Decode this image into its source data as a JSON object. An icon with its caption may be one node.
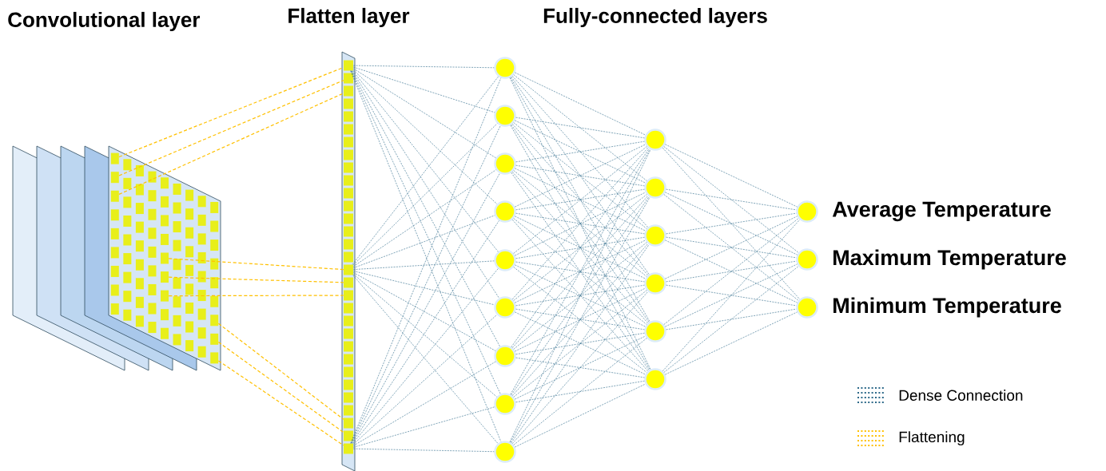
{
  "diagram": {
    "nodes": [
      {
        "text": [],
        "shape": "box"
      },
      {
        "text": [],
        "shape": "box"
      },
      {
        "text": [],
        "shape": "box",
        "in": 0
      },
      {
        "text": [],
        "shape": "box",
        "in": 0
      },
      {
        "text": [],
        "shape": "box",
        "in": 0
      },
      {
        "text": [],
        "shape": "box",
        "in": 0
      },
      {
        "text": [],
        "shape": "box",
        "in": 0
      },
      {
        "text": [],
        "shape": "box",
        "in": 0
      },
      {
        "text": [],
        "shape": "box",
        "in": 0
      },
      {
        "text": [],
        "shape": "box",
        "in": 0
      },
      {
        "text": [],
        "shape": "box",
        "in": 0
      },
      {
        "text": [],
        "shape": "box",
        "in": 1
      },
      {
        "text": [],
        "shape": "box",
        "in": 1
      },
      {
        "text": [],
        "shape": "box",
        "in": 1
      },
      {
        "text": [],
        "shape": "box",
        "in": 1
      },
      {
        "text": [],
        "shape": "box",
        "in": 1
      },
      {
        "text": [],
        "shape": "box",
        "in": 1
      },
      {
        "text": [],
        "shape": "box",
        "in": 1
      },
      {
        "text": [],
        "shape": "box",
        "in": 1
      },
      {
        "text": [],
        "shape": "box",
        "in": 1
      },
      {
        "text": [],
        "shape": "circle"
      },
      {
        "text": [],
        "shape": "circle"
      },
      {
        "text": [],
        "shape": "circle"
      },
      {
        "text": [],
        "shape": "circle"
      },
      {
        "text": [],
        "shape": "circle"
      },
      {
        "text": [],
        "shape": "circle"
      },
      {
        "text": [],
        "shape": "circle"
      },
      {
        "text": [],
        "shape": "circle"
      },
      {
        "text": [],
        "shape": "circle"
      },
      {
        "text": [],
        "shape": "circle"
      },
      {
        "text": [],
        "shape": "circle"
      },
      {
        "text": [],
        "shape": "circle"
      },
      {
        "text": [],
        "shape": "circle"
      },
      {
        "text": [],
        "shape": "circle"
      },
      {
        "text": [],
        "shape": "circle"
      },
      {
        "text": [],
        "shape": "circle",
        "beside": [
          "Average Temperature"
        ]
      },
      {
        "text": [],
        "shape": "circle",
        "beside": [
          "Maximum Temperature"
        ]
      },
      {
        "text": [],
        "shape": "circle",
        "beside": [
          "Minimum Temperature"
        ]
      }
    ],
    "edges": [
      {
        "from": 2,
        "to": 11,
        "arrow": "none",
        "style": "dashed",
        "color": "#ffc000"
      },
      {
        "from": 3,
        "to": 12,
        "arrow": "none",
        "style": "dashed",
        "color": "#ffc000"
      },
      {
        "from": 4,
        "to": 13,
        "arrow": "none",
        "style": "dashed",
        "color": "#ffc000"
      },
      {
        "from": 5,
        "to": 14,
        "arrow": "none",
        "style": "dashed",
        "color": "#ffc000"
      },
      {
        "from": 6,
        "to": 15,
        "arrow": "none",
        "style": "dashed",
        "color": "#ffc000"
      },
      {
        "from": 7,
        "to": 16,
        "arrow": "none",
        "style": "dashed",
        "color": "#ffc000"
      },
      {
        "from": 8,
        "to": 17,
        "arrow": "none",
        "style": "dashed",
        "color": "#ffc000"
      },
      {
        "from": 9,
        "to": 18,
        "arrow": "none",
        "style": "dashed",
        "color": "#ffc000"
      },
      {
        "from": 10,
        "to": 19,
        "arrow": "none",
        "style": "dashed",
        "color": "#ffc000"
      },
      {
        "from": 11,
        "to": 20,
        "arrow": "none",
        "style": "dashed"
      },
      {
        "from": 11,
        "to": 21,
        "arrow": "none",
        "style": "dashed"
      },
      {
        "from": 11,
        "to": 22,
        "arrow": "none",
        "style": "dashed"
      },
      {
        "from": 11,
        "to": 23,
        "arrow": "none",
        "style": "dashed"
      },
      {
        "from": 11,
        "to": 24,
        "arrow": "none",
        "style": "dashed"
      },
      {
        "from": 11,
        "to": 25,
        "arrow": "none",
        "style": "dashed"
      },
      {
        "from": 11,
        "to": 26,
        "arrow": "none",
        "style": "dashed"
      },
      {
        "from": 11,
        "to": 27,
        "arrow": "none",
        "style": "dashed"
      },
      {
        "from": 11,
        "to": 28,
        "arrow": "none",
        "style": "dashed"
      },
      {
        "from": 14,
        "to": 20,
        "arrow": "none",
        "style": "dashed"
      },
      {
        "from": 14,
        "to": 21,
        "arrow": "none",
        "style": "dashed"
      },
      {
        "from": 14,
        "to": 22,
        "arrow": "none",
        "style": "dashed"
      },
      {
        "from": 14,
        "to": 23,
        "arrow": "none",
        "style": "dashed"
      },
      {
        "from": 14,
        "to": 24,
        "arrow": "none",
        "style": "dashed"
      },
      {
        "from": 14,
        "to": 25,
        "arrow": "none",
        "style": "dashed"
      },
      {
        "from": 14,
        "to": 26,
        "arrow": "none",
        "style": "dashed"
      },
      {
        "from": 14,
        "to": 27,
        "arrow": "none",
        "style": "dashed"
      },
      {
        "from": 14,
        "to": 28,
        "arrow": "none",
        "style": "dashed"
      },
      {
        "from": 19,
        "to": 20,
        "arrow": "none",
        "style": "dashed"
      },
      {
        "from": 19,
        "to": 21,
        "arrow": "none",
        "style": "dashed"
      },
      {
        "from": 19,
        "to": 22,
        "arrow": "none",
        "style": "dashed"
      },
      {
        "from": 19,
        "to": 23,
        "arrow": "none",
        "style": "dashed"
      },
      {
        "from": 19,
        "to": 24,
        "arrow": "none",
        "style": "dashed"
      },
      {
        "from": 19,
        "to": 25,
        "arrow": "none",
        "style": "dashed"
      },
      {
        "from": 19,
        "to": 26,
        "arrow": "none",
        "style": "dashed"
      },
      {
        "from": 19,
        "to": 27,
        "arrow": "none",
        "style": "dashed"
      },
      {
        "from": 19,
        "to": 28,
        "arrow": "none",
        "style": "dashed"
      },
      {
        "from": 20,
        "to": 29,
        "arrow": "none",
        "style": "dashed"
      },
      {
        "from": 20,
        "to": 30,
        "arrow": "none",
        "style": "dashed"
      },
      {
        "from": 20,
        "to": 31,
        "arrow": "none",
        "style": "dashed"
      },
      {
        "from": 20,
        "to": 32,
        "arrow": "none",
        "style": "dashed"
      },
      {
        "from": 20,
        "to": 33,
        "arrow": "none",
        "style": "dashed"
      },
      {
        "from": 20,
        "to": 34,
        "arrow": "none",
        "style": "dashed"
      },
      {
        "from": 21,
        "to": 29,
        "arrow": "none",
        "style": "dashed"
      },
      {
        "from": 21,
        "to": 30,
        "arrow": "none",
        "style": "dashed"
      },
      {
        "from": 21,
        "to": 31,
        "arrow": "none",
        "style": "dashed"
      },
      {
        "from": 21,
        "to": 32,
        "arrow": "none",
        "style": "dashed"
      },
      {
        "from": 21,
        "to": 33,
        "arrow": "none",
        "style": "dashed"
      },
      {
        "from": 21,
        "to": 34,
        "arrow": "none",
        "style": "dashed"
      },
      {
        "from": 22,
        "to": 29,
        "arrow": "none",
        "style": "dashed"
      },
      {
        "from": 22,
        "to": 30,
        "arrow": "none",
        "style": "dashed"
      },
      {
        "from": 22,
        "to": 31,
        "arrow": "none",
        "style": "dashed"
      },
      {
        "from": 22,
        "to": 32,
        "arrow": "none",
        "style": "dashed"
      },
      {
        "from": 22,
        "to": 33,
        "arrow": "none",
        "style": "dashed"
      },
      {
        "from": 22,
        "to": 34,
        "arrow": "none",
        "style": "dashed"
      },
      {
        "from": 23,
        "to": 29,
        "arrow": "none",
        "style": "dashed"
      },
      {
        "from": 23,
        "to": 30,
        "arrow": "none",
        "style": "dashed"
      },
      {
        "from": 23,
        "to": 31,
        "arrow": "none",
        "style": "dashed"
      },
      {
        "from": 23,
        "to": 32,
        "arrow": "none",
        "style": "dashed"
      },
      {
        "from": 23,
        "to": 33,
        "arrow": "none",
        "style": "dashed"
      },
      {
        "from": 23,
        "to": 34,
        "arrow": "none",
        "style": "dashed"
      },
      {
        "from": 24,
        "to": 29,
        "arrow": "none",
        "style": "dashed"
      },
      {
        "from": 24,
        "to": 30,
        "arrow": "none",
        "style": "dashed"
      },
      {
        "from": 24,
        "to": 31,
        "arrow": "none",
        "style": "dashed"
      },
      {
        "from": 24,
        "to": 32,
        "arrow": "none",
        "style": "dashed"
      },
      {
        "from": 24,
        "to": 33,
        "arrow": "none",
        "style": "dashed"
      },
      {
        "from": 24,
        "to": 34,
        "arrow": "none",
        "style": "dashed"
      },
      {
        "from": 25,
        "to": 29,
        "arrow": "none",
        "style": "dashed"
      },
      {
        "from": 25,
        "to": 30,
        "arrow": "none",
        "style": "dashed"
      },
      {
        "from": 25,
        "to": 31,
        "arrow": "none",
        "style": "dashed"
      },
      {
        "from": 25,
        "to": 32,
        "arrow": "none",
        "style": "dashed"
      },
      {
        "from": 25,
        "to": 33,
        "arrow": "none",
        "style": "dashed"
      },
      {
        "from": 25,
        "to": 34,
        "arrow": "none",
        "style": "dashed"
      },
      {
        "from": 26,
        "to": 29,
        "arrow": "none",
        "style": "dashed"
      },
      {
        "from": 26,
        "to": 30,
        "arrow": "none",
        "style": "dashed"
      },
      {
        "from": 26,
        "to": 31,
        "arrow": "none",
        "style": "dashed"
      },
      {
        "from": 26,
        "to": 32,
        "arrow": "none",
        "style": "dashed"
      },
      {
        "from": 26,
        "to": 33,
        "arrow": "none",
        "style": "dashed"
      },
      {
        "from": 26,
        "to": 34,
        "arrow": "none",
        "style": "dashed"
      },
      {
        "from": 27,
        "to": 29,
        "arrow": "none",
        "style": "dashed"
      },
      {
        "from": 27,
        "to": 30,
        "arrow": "none",
        "style": "dashed"
      },
      {
        "from": 27,
        "to": 31,
        "arrow": "none",
        "style": "dashed"
      },
      {
        "from": 27,
        "to": 32,
        "arrow": "none",
        "style": "dashed"
      },
      {
        "from": 27,
        "to": 33,
        "arrow": "none",
        "style": "dashed"
      },
      {
        "from": 27,
        "to": 34,
        "arrow": "none",
        "style": "dashed"
      },
      {
        "from": 28,
        "to": 29,
        "arrow": "none",
        "style": "dashed"
      },
      {
        "from": 28,
        "to": 30,
        "arrow": "none",
        "style": "dashed"
      },
      {
        "from": 28,
        "to": 31,
        "arrow": "none",
        "style": "dashed"
      },
      {
        "from": 28,
        "to": 32,
        "arrow": "none",
        "style": "dashed"
      },
      {
        "from": 28,
        "to": 33,
        "arrow": "none",
        "style": "dashed"
      },
      {
        "from": 28,
        "to": 34,
        "arrow": "none",
        "style": "dashed"
      },
      {
        "from": 29,
        "to": 35,
        "arrow": "none",
        "style": "dashed"
      },
      {
        "from": 29,
        "to": 36,
        "arrow": "none",
        "style": "dashed"
      },
      {
        "from": 29,
        "to": 37,
        "arrow": "none",
        "style": "dashed"
      },
      {
        "from": 30,
        "to": 35,
        "arrow": "none",
        "style": "dashed"
      },
      {
        "from": 30,
        "to": 36,
        "arrow": "none",
        "style": "dashed"
      },
      {
        "from": 30,
        "to": 37,
        "arrow": "none",
        "style": "dashed"
      },
      {
        "from": 31,
        "to": 35,
        "arrow": "none",
        "style": "dashed"
      },
      {
        "from": 31,
        "to": 36,
        "arrow": "none",
        "style": "dashed"
      },
      {
        "from": 31,
        "to": 37,
        "arrow": "none",
        "style": "dashed"
      },
      {
        "from": 32,
        "to": 35,
        "arrow": "none",
        "style": "dashed"
      },
      {
        "from": 32,
        "to": 36,
        "arrow": "none",
        "style": "dashed"
      },
      {
        "from": 32,
        "to": 37,
        "arrow": "none",
        "style": "dashed"
      },
      {
        "from": 33,
        "to": 35,
        "arrow": "none",
        "style": "dashed"
      },
      {
        "from": 33,
        "to": 36,
        "arrow": "none",
        "style": "dashed"
      },
      {
        "from": 33,
        "to": 37,
        "arrow": "none",
        "style": "dashed"
      },
      {
        "from": 34,
        "to": 35,
        "arrow": "none",
        "style": "dashed"
      },
      {
        "from": 34,
        "to": 36,
        "arrow": "none",
        "style": "dashed"
      },
      {
        "from": 34,
        "to": 37,
        "arrow": "none",
        "style": "dashed"
      }
    ],
    "labels": [
      "Convolutional layer",
      "Flatten layer",
      "Fully-connected layers"
    ],
    "legend": [
      {
        "text": "Dense Connection",
        "color": "#2e6a8a"
      },
      {
        "text": "Flattening",
        "color": "#ffc000"
      }
    ]
  }
}
